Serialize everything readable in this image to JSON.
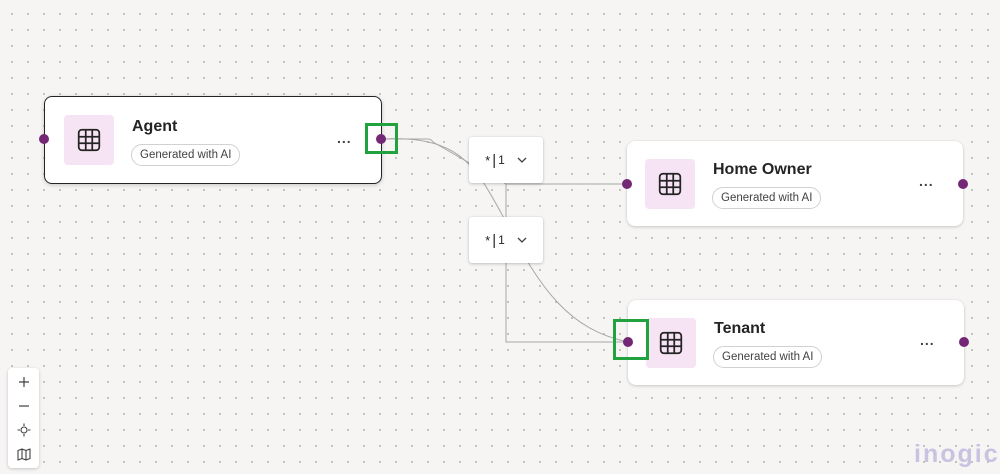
{
  "tables": [
    {
      "name": "Agent",
      "badge": "Generated with AI",
      "menu": "...",
      "icon": "table-grid-icon"
    },
    {
      "name": "Home Owner",
      "badge": "Generated with AI",
      "menu": "...",
      "icon": "table-grid-icon"
    },
    {
      "name": "Tenant",
      "badge": "Generated with AI",
      "menu": "...",
      "icon": "table-grid-icon"
    }
  ],
  "relationships": [
    {
      "from": "Agent",
      "to": "Home Owner",
      "many": "*",
      "one": "1"
    },
    {
      "from": "Agent",
      "to": "Tenant",
      "many": "*",
      "one": "1"
    }
  ],
  "zoom_controls": {
    "items": [
      "zoom-in-icon",
      "zoom-out-icon",
      "fit-view-icon",
      "minimap-icon"
    ]
  },
  "watermark": "inogic",
  "colors": {
    "port": "#742774",
    "icon_tile": "#f6e3f3",
    "highlight": "#22a23e",
    "connector": "#a8a8a8"
  }
}
